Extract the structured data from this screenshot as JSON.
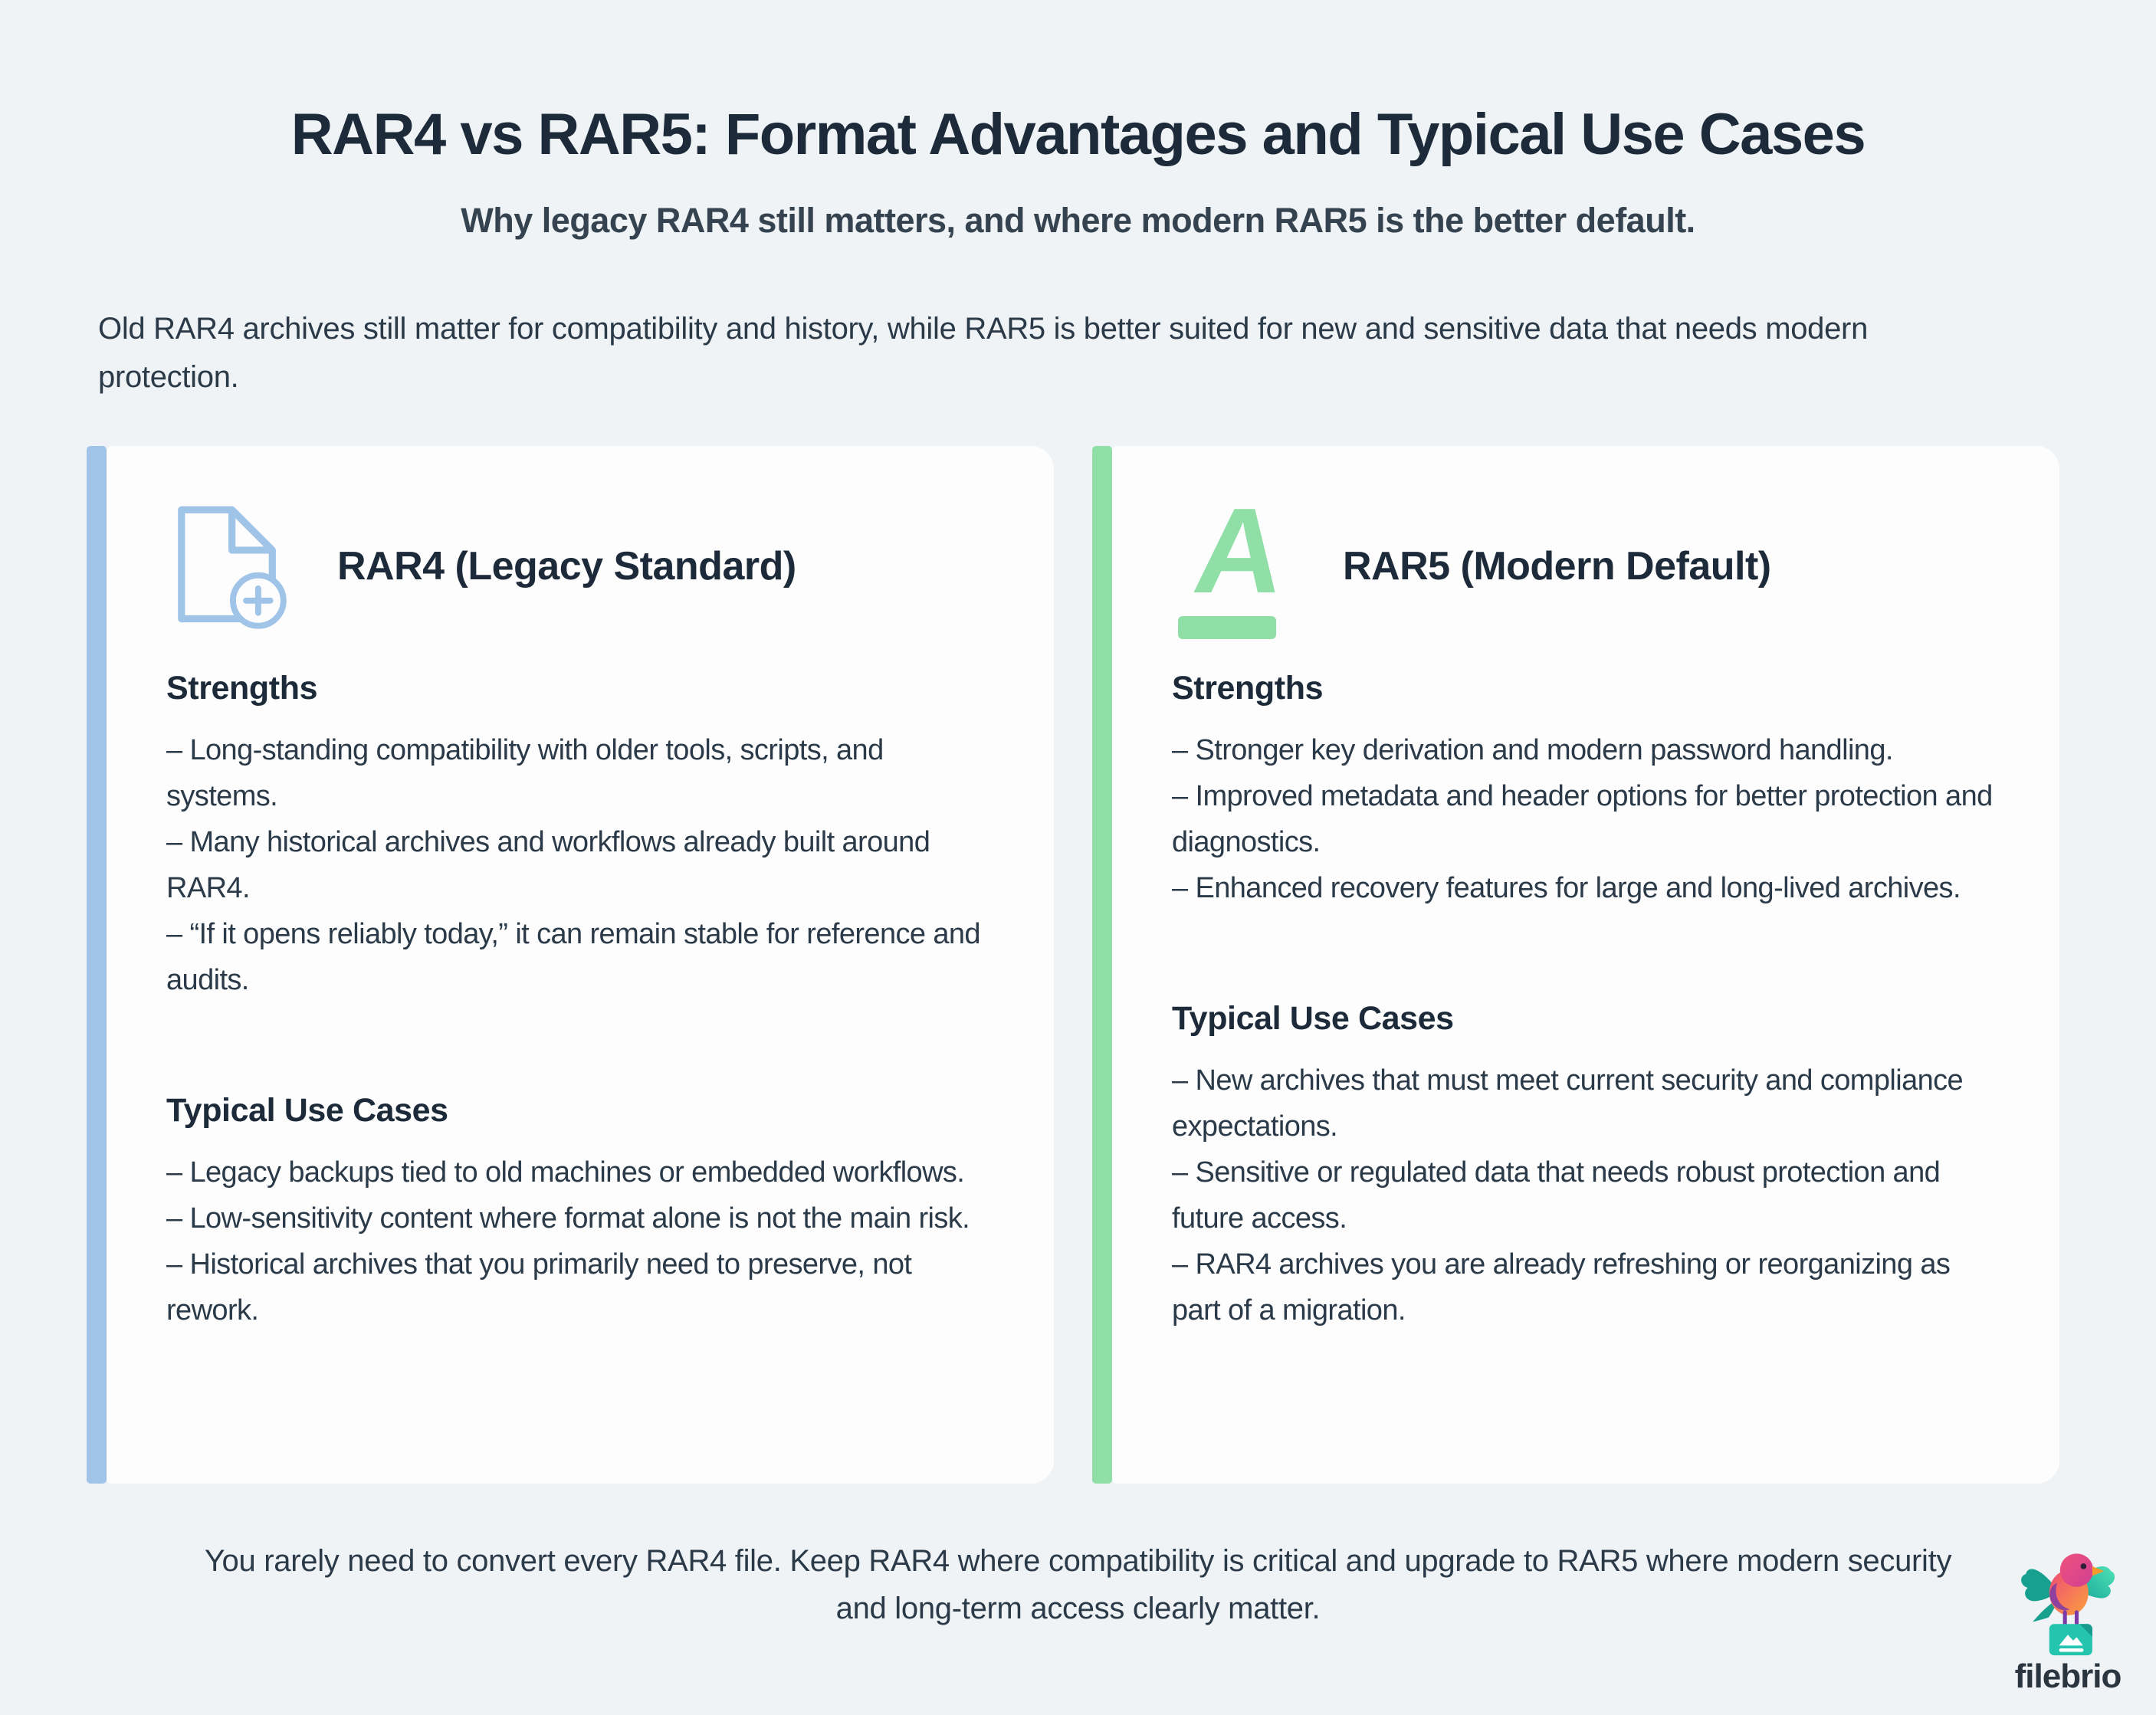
{
  "header": {
    "title": "RAR4 vs RAR5: Format Advantages and Typical Use Cases",
    "subtitle": "Why legacy RAR4 still matters, and where modern RAR5 is the better default.",
    "intro": "Old RAR4 archives still matter for compatibility and history, while RAR5 is better suited for new and sensitive data that needs modern protection."
  },
  "cards": [
    {
      "title": "RAR4 (Legacy Standard)",
      "icon": "file-plus-icon",
      "accent_color": "#a0c3e8",
      "sections": [
        {
          "heading": "Strengths",
          "items": [
            "– Long-standing compatibility with older tools, scripts, and systems.",
            "– Many historical archives and workflows already built around RAR4.",
            "– “If it opens reliably today,” it can remain stable for reference and audits."
          ]
        },
        {
          "heading": "Typical Use Cases",
          "items": [
            "– Legacy backups tied to old machines or embedded workflows.",
            "– Low-sensitivity content where format alone is not the main risk.",
            "– Historical archives that you primarily need to preserve, not rework."
          ]
        }
      ]
    },
    {
      "title": "RAR5 (Modern Default)",
      "icon": "letter-a-underline-icon",
      "icon_letter": "A",
      "accent_color": "#8fdfa7",
      "sections": [
        {
          "heading": "Strengths",
          "items": [
            "– Stronger key derivation and modern password handling.",
            "– Improved metadata and header options for better protection and diagnostics.",
            "– Enhanced recovery features for large and long-lived archives."
          ]
        },
        {
          "heading": "Typical Use Cases",
          "items": [
            "– New archives that must meet current security and compliance expectations.",
            "– Sensitive or regulated data that needs robust protection and future access.",
            "– RAR4 archives you are already refreshing or reorganizing as part of a migration."
          ]
        }
      ]
    }
  ],
  "footer": {
    "note": "You rarely need to convert every RAR4 file. Keep RAR4 where compatibility is critical and upgrade to RAR5 where modern security and long-term access clearly matter."
  },
  "brand": {
    "name": "filebrio",
    "logo_icon": "bird-on-file-icon"
  },
  "colors": {
    "background": "#eff3f5",
    "card_background": "#fdfdfd",
    "heading_text": "#1c2a39",
    "body_text": "#2b3a48",
    "accent_blue": "#a0c3e8",
    "accent_green": "#8fdfa7",
    "brand_teal": "#24c4ae",
    "brand_pink": "#ef4a77",
    "brand_orange": "#fba13d",
    "brand_purple": "#7c3aa8"
  }
}
